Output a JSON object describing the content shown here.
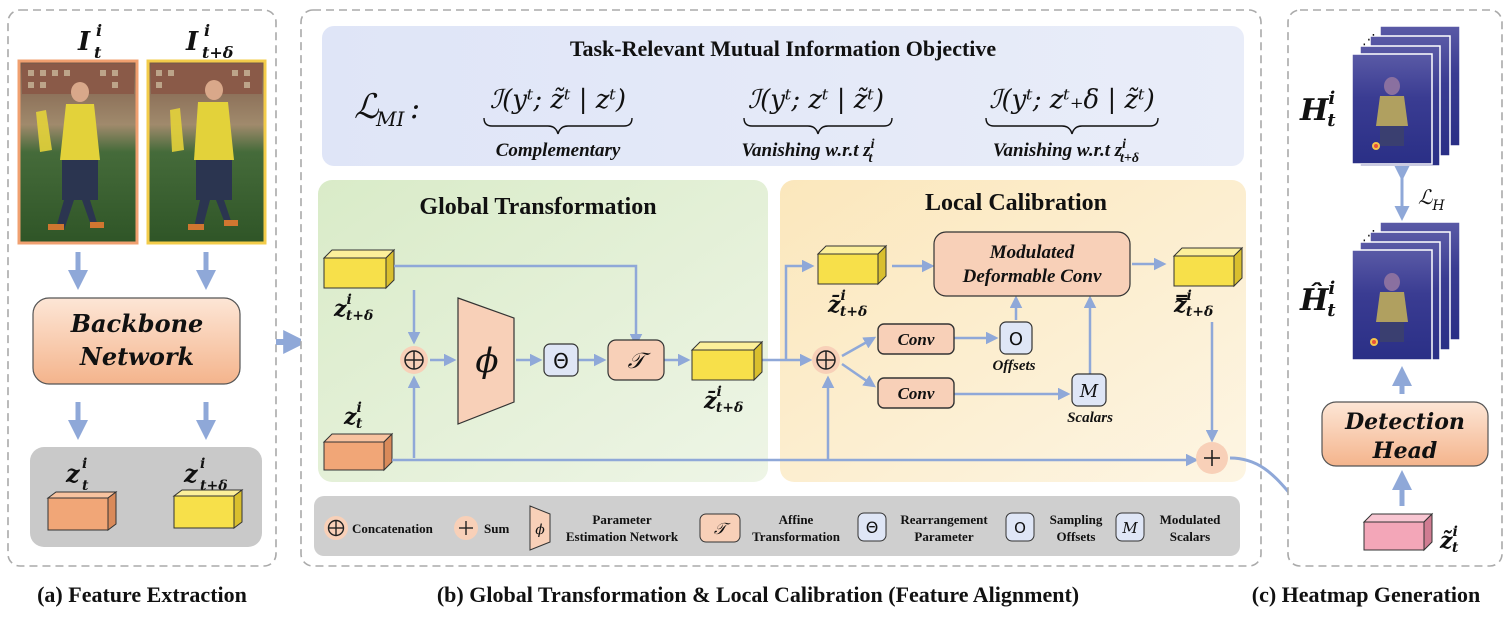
{
  "panel_a": {
    "frame_t_label": "I",
    "frame_t_sup": "i",
    "frame_t_sub": "t",
    "frame_td_label": "I",
    "frame_td_sup": "i",
    "frame_td_sub": "t+δ",
    "backbone_line1": "Backbone",
    "backbone_line2": "Network",
    "feat_t_label": "z",
    "feat_t_sup": "i",
    "feat_t_sub": "t",
    "feat_td_label": "z",
    "feat_td_sup": "i",
    "feat_td_sub": "t+δ",
    "caption": "(a) Feature Extraction"
  },
  "panel_b": {
    "mi_title": "Task-Relevant Mutual Information Objective",
    "mi_lhs": "ℒ",
    "mi_lhs_sub": "MI",
    "mi_colon": ":",
    "term1": "ℐ(yᵗ; z̃ᵗ | zᵗ)",
    "term1_caption": "Complementary",
    "term2": "ℐ(yᵗ; zᵗ | z̃ᵗ)",
    "term2_caption": "Vanishing w.r.t z",
    "term3": "ℐ(yᵗ; zᵗ₊δ | z̃ᵗ)",
    "term3_caption": "Vanishing w.r.t z",
    "global_title": "Global Transformation",
    "local_title": "Local Calibration",
    "phi": "ϕ",
    "theta": "Θ",
    "affine": "𝒯",
    "mdc_line1": "Modulated",
    "mdc_line2": "Deformable Conv",
    "conv1": "Conv",
    "conv2": "Conv",
    "offsets_symbol": "O",
    "offsets_label": "Offsets",
    "scalars_symbol": "M",
    "scalars_label": "Scalars",
    "z_input_td": "z",
    "z_input_t": "z",
    "z_bar": "z̄",
    "z_dbar": "z̿",
    "sub_t": "t",
    "sub_td": "t+δ",
    "sup_i": "i",
    "legend": {
      "concat": "Concatenation",
      "sum": "Sum",
      "pen_line1": "Parameter",
      "pen_line2": "Estimation Network",
      "affine_line1": "Affine",
      "affine_line2": "Transformation",
      "rearr_line1": "Rearrangement",
      "rearr_line2": "Parameter",
      "samp_line1": "Sampling",
      "samp_line2": "Offsets",
      "mod_line1": "Modulated",
      "mod_line2": "Scalars"
    },
    "caption": "(b) Global Transformation & Local Calibration (Feature Alignment)"
  },
  "panel_c": {
    "h_label": "H",
    "h_hat_label": "Ĥ",
    "loss": "ℒ",
    "loss_sub": "H",
    "detection_line1": "Detection",
    "detection_line2": "Head",
    "z_tilde": "z̃",
    "caption": "(c) Heatmap Generation"
  },
  "colors": {
    "arrow": "#8fa8d8",
    "orange_box": "#f6c8a6",
    "orange_stroke": "#e0875a",
    "yellow_cube": "#f7e04a",
    "orange_cube": "#f1a677",
    "pink_cube": "#f3a6b8",
    "mi_bg": "#e3e8f8",
    "global_bg": "#e3efd6",
    "local_bg": "#fbf1d4"
  }
}
